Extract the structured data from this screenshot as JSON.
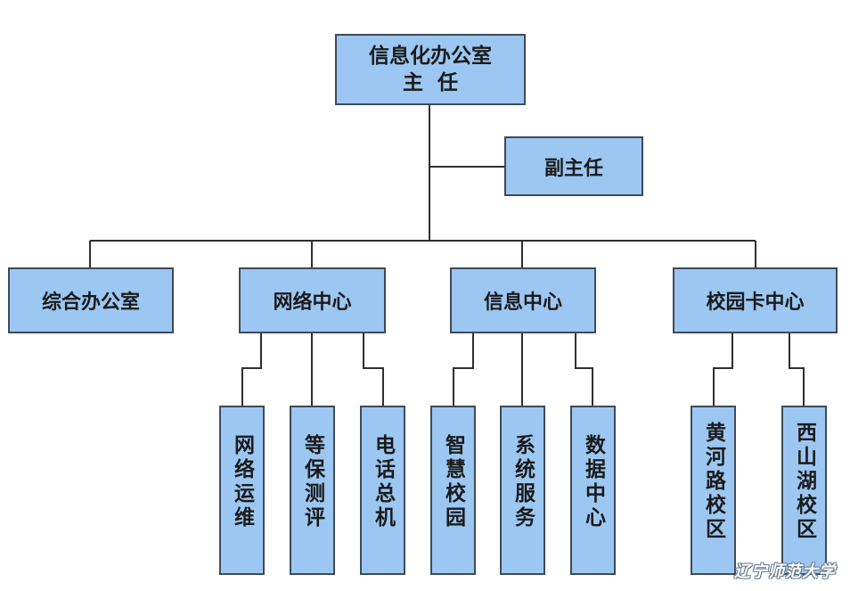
{
  "top": {
    "line1": "信息化办公室",
    "line2": "主  任"
  },
  "deputy": "副主任",
  "departments": {
    "general_office": "综合办公室",
    "network_center": "网络中心",
    "info_center": "信息中心",
    "card_center": "校园卡中心"
  },
  "sub_units": {
    "network_ops": "网络运维",
    "security_assessment": "等保测评",
    "switchboard": "电话总机",
    "smart_campus": "智慧校园",
    "system_service": "系统服务",
    "data_center": "数据中心",
    "huanghe_campus": "黄河路校区",
    "xishanhu_campus": "西山湖校区"
  },
  "watermark": "辽宁师范大学"
}
